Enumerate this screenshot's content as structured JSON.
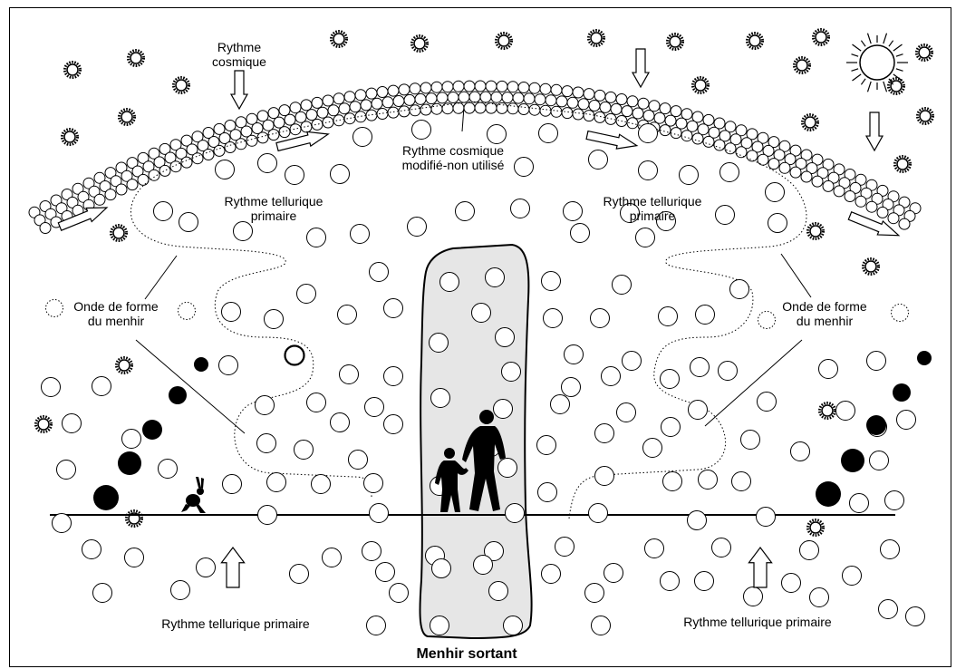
{
  "diagram": {
    "title": "Menhir sortant",
    "labels": {
      "cosmic_rhythm": [
        "Rythme",
        "cosmique"
      ],
      "cosmic_modified": [
        "Rythme cosmique",
        "modifié-non utilisé"
      ],
      "telluric_primary_top_left": [
        "Rythme tellurique",
        "primaire"
      ],
      "telluric_primary_top_right": [
        "Rythme tellurique",
        "primaire"
      ],
      "shape_wave_left": [
        "Onde de forme",
        "du menhir"
      ],
      "shape_wave_right": [
        "Onde de forme",
        "du menhir"
      ],
      "telluric_primary_bottom_left": "Rythme tellurique primaire",
      "telluric_primary_bottom_right": "Rythme tellurique primaire"
    },
    "colors": {
      "ink": "#000000",
      "menhir_fill": "#e6e6e6",
      "background": "#ffffff"
    },
    "icons": [
      "sun-icon",
      "burst-star-icon",
      "rabbit-icon",
      "adult-silhouette-icon",
      "child-silhouette-icon",
      "arrow-icon"
    ]
  }
}
